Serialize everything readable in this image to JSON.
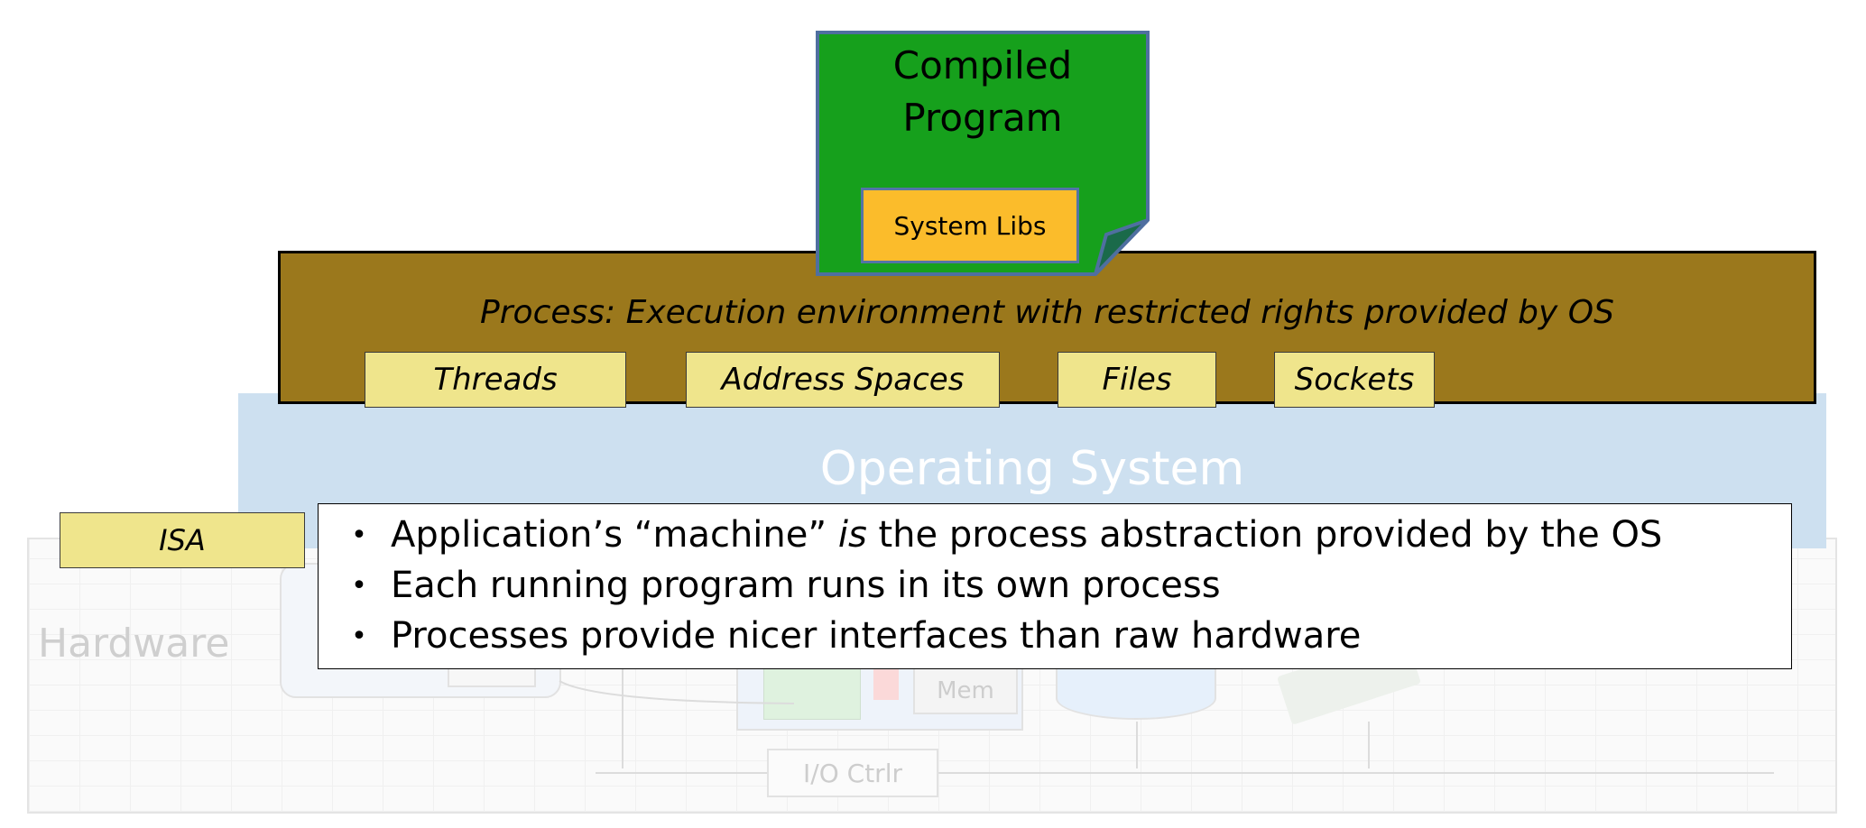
{
  "compiled_program": {
    "line1": "Compiled",
    "line2": "Program",
    "system_libs": "System Libs",
    "fill_color": "#16a01c",
    "border_color": "#4f6fa0"
  },
  "process": {
    "label": "Process: Execution environment with restricted rights provided by OS",
    "fill_color": "#9b781c",
    "items": [
      "Threads",
      "Address Spaces",
      "Files",
      "Sockets"
    ]
  },
  "operating_system": {
    "label": "Operating System",
    "fill_color": "#cde0f0"
  },
  "isa": {
    "label": "ISA"
  },
  "hardware": {
    "label": "Hardware",
    "mem_label": "Mem",
    "io_ctrl_label": "I/O Ctrlr"
  },
  "bullets": {
    "items": [
      "Application’s “machine” is the process abstraction provided by the OS",
      "Each running program runs in its own process",
      "Processes provide nicer interfaces than raw hardware"
    ]
  }
}
